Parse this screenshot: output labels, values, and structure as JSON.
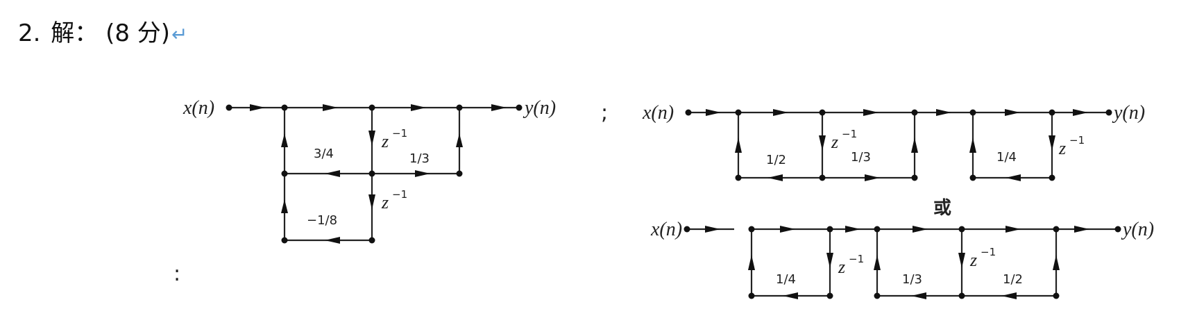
{
  "heading": {
    "number": "2.",
    "title": "解：",
    "score": "(8 分)",
    "return_mark": "↵"
  },
  "diagram": {
    "input_label": "x(n)",
    "output_label": "y(n)",
    "separator": ";",
    "or_label": "或",
    "stray_mark": ":",
    "delay": {
      "base": "z",
      "exp": "−1"
    },
    "structure_direct": {
      "coefficients": [
        "3/4",
        "1/3",
        "−1/8"
      ]
    },
    "structure_cascade": {
      "coefficients": [
        "1/2",
        "1/3",
        "1/4"
      ]
    },
    "structure_parallel_cascade": {
      "coefficients": [
        "1/4",
        "1/3",
        "1/2"
      ]
    }
  }
}
